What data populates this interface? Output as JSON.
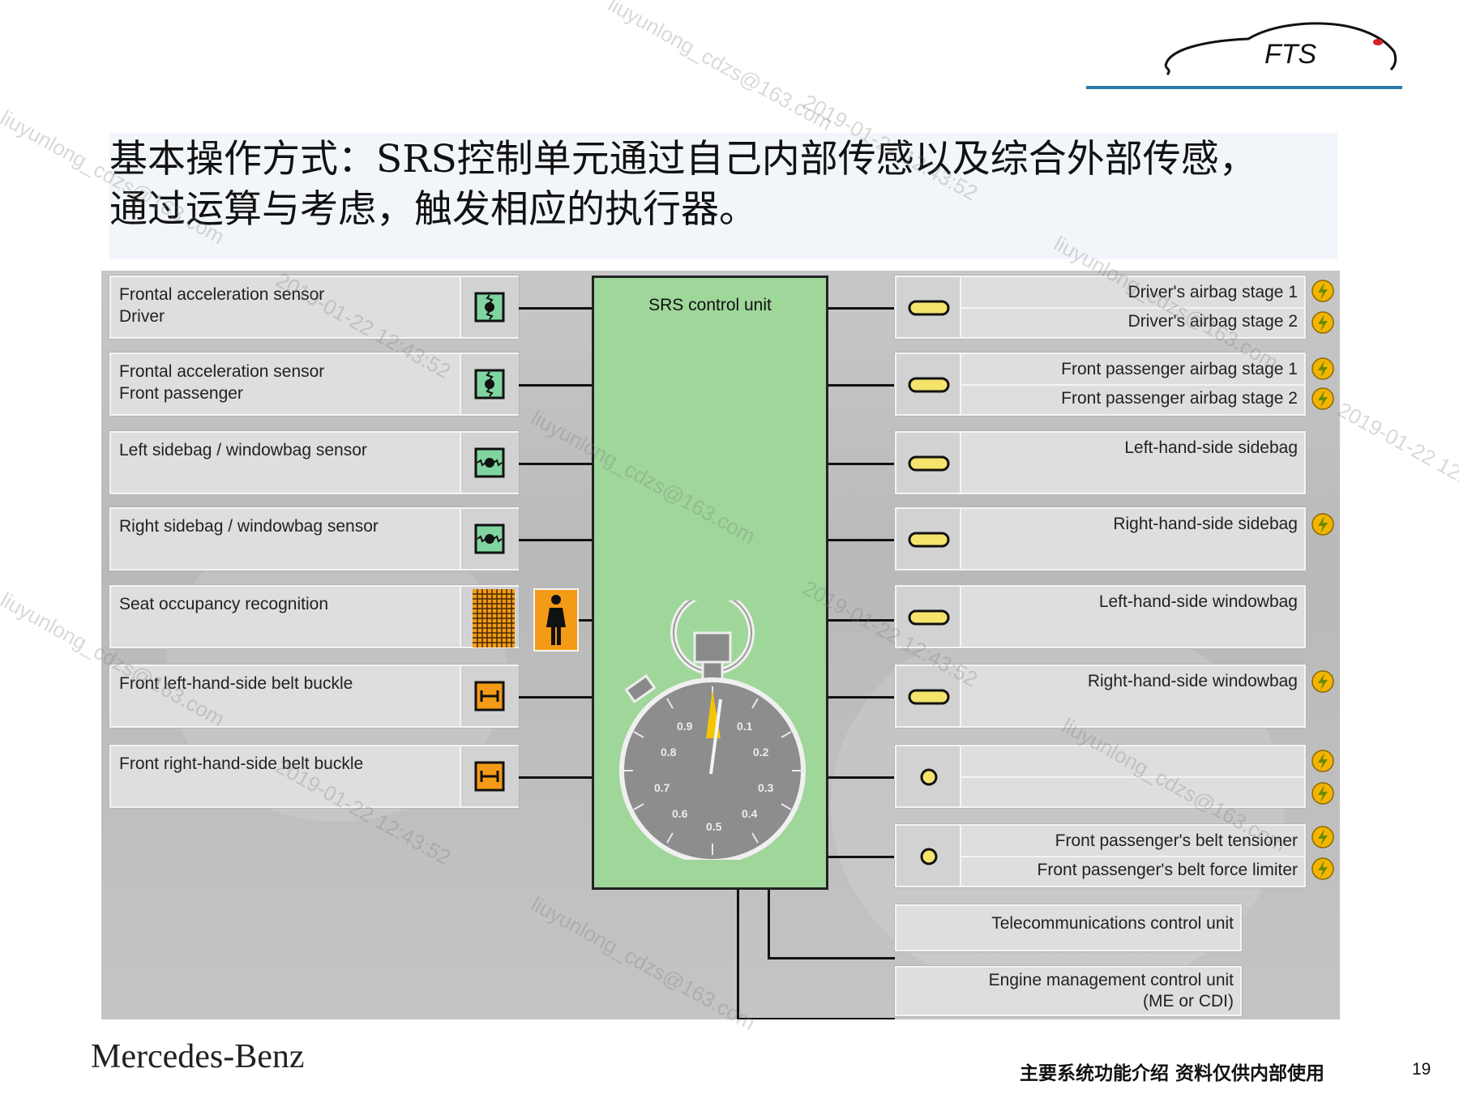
{
  "header": {
    "logo_text": "FTS"
  },
  "title": {
    "line1": "基本操作方式：SRS控制单元通过自己内部传感以及综合外部传感，",
    "line2": "通过运算与考虑，触发相应的执行器。"
  },
  "diagram": {
    "ecu_label": "SRS control unit",
    "stopwatch_ticks": [
      "0.9",
      "0.1",
      "0.8",
      "0.2",
      "0.7",
      "0.3",
      "0.6",
      "0.4",
      "0.5"
    ],
    "inputs": [
      {
        "line1": "Frontal acceleration sensor",
        "line2": "Driver",
        "icon": "acceleration-sensor-icon"
      },
      {
        "line1": "Frontal acceleration sensor",
        "line2": "Front passenger",
        "icon": "acceleration-sensor-icon"
      },
      {
        "line1": "Left sidebag / windowbag sensor",
        "line2": "",
        "icon": "side-sensor-icon"
      },
      {
        "line1": "Right sidebag / windowbag sensor",
        "line2": "",
        "icon": "side-sensor-icon"
      },
      {
        "line1": "Seat occupancy recognition",
        "line2": "",
        "icon": "seat-mat-icon"
      },
      {
        "line1": "Front left-hand-side belt buckle",
        "line2": "",
        "icon": "belt-buckle-icon"
      },
      {
        "line1": "Front right-hand-side belt buckle",
        "line2": "",
        "icon": "belt-buckle-icon"
      }
    ],
    "outputs": [
      {
        "lines": [
          "Driver's airbag stage 1",
          "Driver's airbag stage 2"
        ]
      },
      {
        "lines": [
          "Front passenger airbag stage 1",
          "Front passenger airbag stage 2"
        ]
      },
      {
        "lines": [
          "Left-hand-side sidebag"
        ]
      },
      {
        "lines": [
          "Right-hand-side sidebag"
        ]
      },
      {
        "lines": [
          "Left-hand-side windowbag"
        ]
      },
      {
        "lines": [
          "Right-hand-side windowbag"
        ]
      },
      {
        "lines": [
          "",
          ""
        ]
      },
      {
        "lines": [
          "Front passenger's belt tensioner",
          "Front passenger's belt force limiter"
        ]
      }
    ],
    "comm": [
      {
        "lines": [
          "Telecommunications control unit"
        ]
      },
      {
        "lines": [
          "Engine management control unit",
          "(ME or CDI)"
        ]
      }
    ]
  },
  "footer": {
    "brand": "Mercedes-Benz",
    "text": "主要系统功能介绍  资料仅供内部使用",
    "page": "19"
  },
  "watermarks": [
    "liuyunlong_cdzs@163.com",
    "2019-01-22 12:43:52"
  ],
  "colors": {
    "ecu_green": "#9fd69a",
    "sensor_orange": "#f39a16",
    "airbag_yellow": "#f5e36b",
    "accent_blue": "#2d7ba7"
  }
}
